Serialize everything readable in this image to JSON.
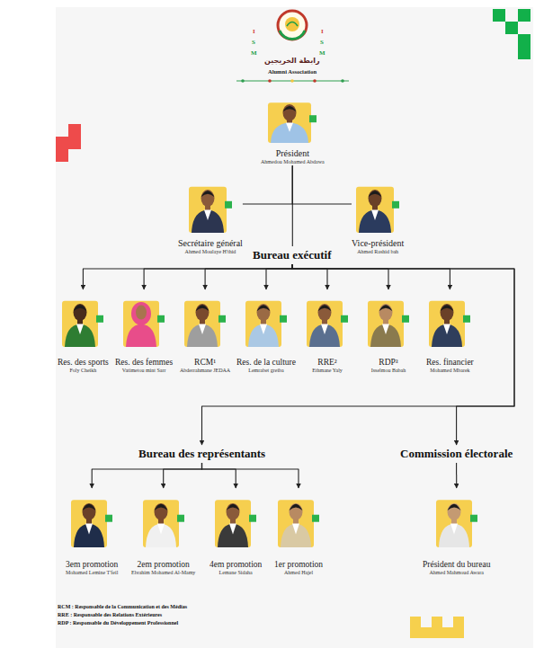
{
  "diagram": {
    "nodes": [
      {
        "text": [
          "Président",
          "Ahmedou Mohamed Abdawa"
        ]
      },
      {
        "text": [
          "Secrétaire général",
          "Ahmed Moulaye H'thid"
        ]
      },
      {
        "text": [
          "Vice-président",
          "Ahmed Rashid bah"
        ]
      },
      {
        "text": [
          "Bureau exécutif"
        ]
      },
      {
        "text": [
          "Res. des sports",
          "Foly Cheikh"
        ]
      },
      {
        "text": [
          "Res. des femmes",
          "Vatimetou mint Sarr"
        ]
      },
      {
        "text": [
          "RCM¹",
          "Abderrahmane JEDAA"
        ]
      },
      {
        "text": [
          "Res. de la culture",
          "Lemrabet greiba"
        ]
      },
      {
        "text": [
          "RRE²",
          "Ethmane Yaly"
        ]
      },
      {
        "text": [
          "RDP³",
          "Isselmou Babah"
        ]
      },
      {
        "text": [
          "Res. financier",
          "Mohamed Mbarek"
        ]
      },
      {
        "text": [
          "Bureau des représentants"
        ]
      },
      {
        "text": [
          "Commission électorale"
        ]
      },
      {
        "text": [
          "3em promotion",
          "Mohamed Lemine T'feil"
        ]
      },
      {
        "text": [
          "2em promotion",
          "Ebrahim Mohamed Al-Mamy"
        ]
      },
      {
        "text": [
          "4em promotion",
          "Lemane Sidaha"
        ]
      },
      {
        "text": [
          "1er promotion",
          "Ahmed Hajel"
        ]
      },
      {
        "text": [
          "Président du bureau",
          "Ahmed Mahmoud Awara"
        ]
      }
    ],
    "edges": [
      {
        "from": 0,
        "to": 1,
        "arrow": "none"
      },
      {
        "from": 0,
        "to": 2,
        "arrow": "none"
      },
      {
        "from": 0,
        "to": 3,
        "arrow": "none"
      },
      {
        "from": 3,
        "to": 4,
        "arrow": "to"
      },
      {
        "from": 3,
        "to": 5,
        "arrow": "to"
      },
      {
        "from": 3,
        "to": 6,
        "arrow": "to"
      },
      {
        "from": 3,
        "to": 7,
        "arrow": "to"
      },
      {
        "from": 3,
        "to": 8,
        "arrow": "to"
      },
      {
        "from": 3,
        "to": 9,
        "arrow": "to"
      },
      {
        "from": 3,
        "to": 10,
        "arrow": "to"
      },
      {
        "from": 3,
        "to": 11,
        "arrow": "to"
      },
      {
        "from": 3,
        "to": 12,
        "arrow": "to"
      },
      {
        "from": 11,
        "to": 13,
        "arrow": "to"
      },
      {
        "from": 11,
        "to": 14,
        "arrow": "to"
      },
      {
        "from": 11,
        "to": 15,
        "arrow": "to"
      },
      {
        "from": 11,
        "to": 16,
        "arrow": "to"
      },
      {
        "from": 12,
        "to": 17,
        "arrow": "to"
      }
    ],
    "labels": [
      "I",
      "S",
      "M",
      "I",
      "S",
      "M",
      "رابطة الخريجين",
      "Alumni Association",
      "RCM : Responsable de la Communication et des Médias",
      "RRE : Responsable des Relations Extérieures",
      "RDP : Responsable du Développement Professionnel"
    ]
  }
}
